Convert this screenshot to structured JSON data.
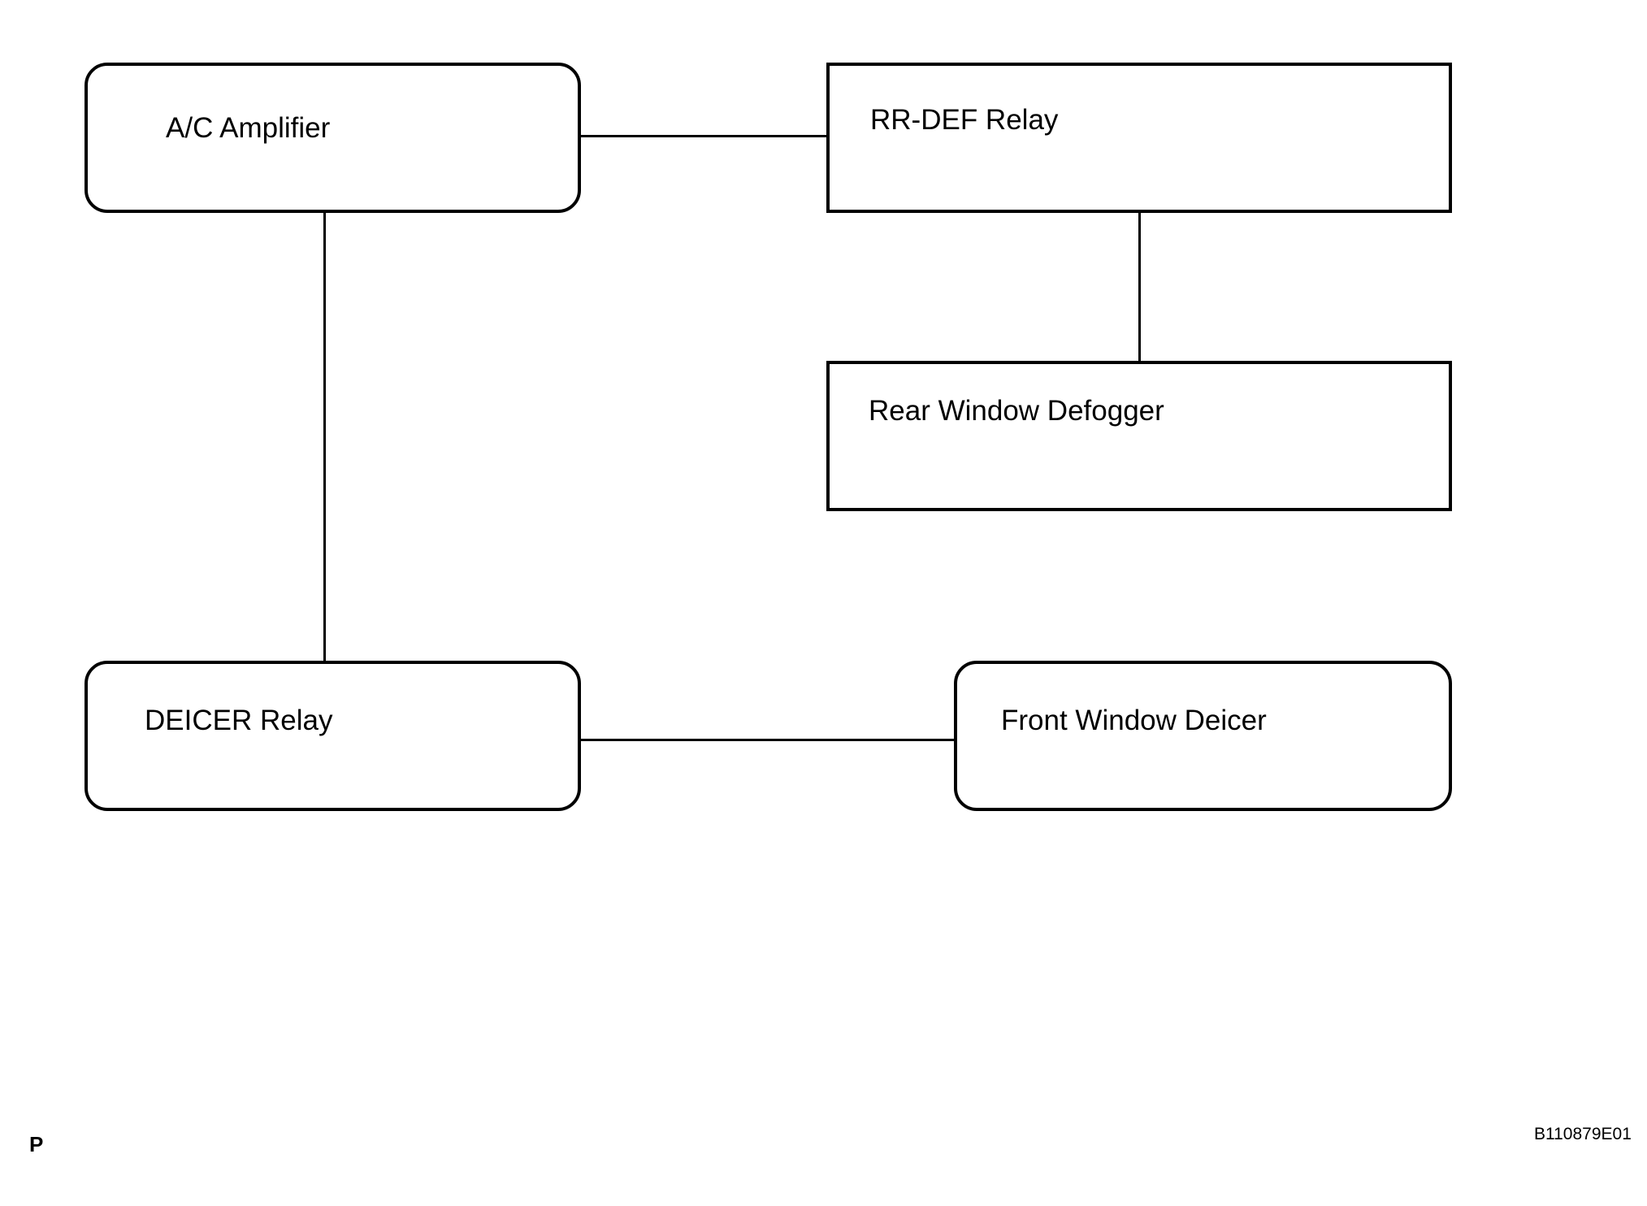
{
  "diagram": {
    "nodes": {
      "ac_amplifier": {
        "label": "A/C Amplifier"
      },
      "rr_def_relay": {
        "label": "RR-DEF Relay"
      },
      "rear_window_defogger": {
        "label": "Rear Window Defogger"
      },
      "deicer_relay": {
        "label": "DEICER Relay"
      },
      "front_window_deicer": {
        "label": "Front Window Deicer"
      }
    },
    "connections": [
      {
        "from": "A/C Amplifier",
        "to": "RR-DEF Relay"
      },
      {
        "from": "RR-DEF Relay",
        "to": "Rear Window Defogger"
      },
      {
        "from": "A/C Amplifier",
        "to": "DEICER Relay"
      },
      {
        "from": "DEICER Relay",
        "to": "Front Window Deicer"
      }
    ]
  },
  "footer": {
    "page_letter": "P",
    "figure_code": "B110879E01"
  }
}
